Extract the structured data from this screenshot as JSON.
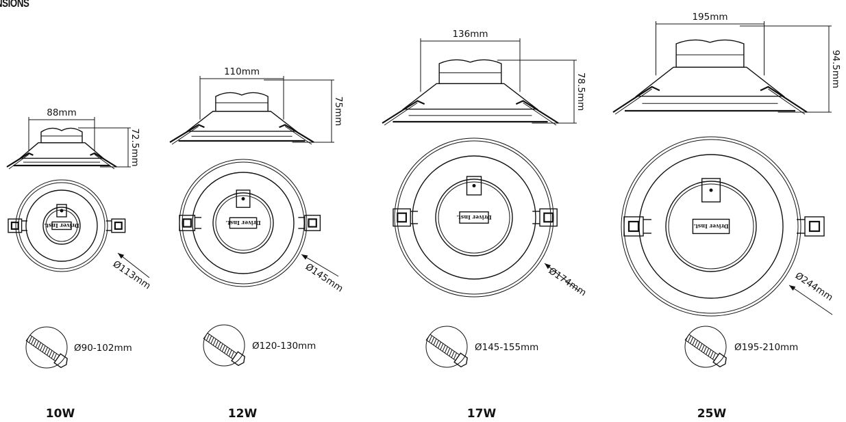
{
  "page_title": "NSIONS",
  "models": [
    {
      "wattage": "10W",
      "width_label": "88mm",
      "height_label": "72.5mm",
      "diameter_label": "Ø113mm",
      "cutout_label": "Ø90-102mm",
      "driver_text": "Driver Inst."
    },
    {
      "wattage": "12W",
      "width_label": "110mm",
      "height_label": "75mm",
      "diameter_label": "Ø145mm",
      "cutout_label": "Ø120-130mm",
      "driver_text": "Driver Inst."
    },
    {
      "wattage": "17W",
      "width_label": "136mm",
      "height_label": "78.5mm",
      "diameter_label": "Ø174mm",
      "cutout_label": "Ø145-155mm",
      "driver_text": "Driver Inst."
    },
    {
      "wattage": "25W",
      "width_label": "195mm",
      "height_label": "94.5mm",
      "diameter_label": "Ø244mm",
      "cutout_label": "Ø195-210mm",
      "driver_text": "Driver Inst."
    }
  ]
}
